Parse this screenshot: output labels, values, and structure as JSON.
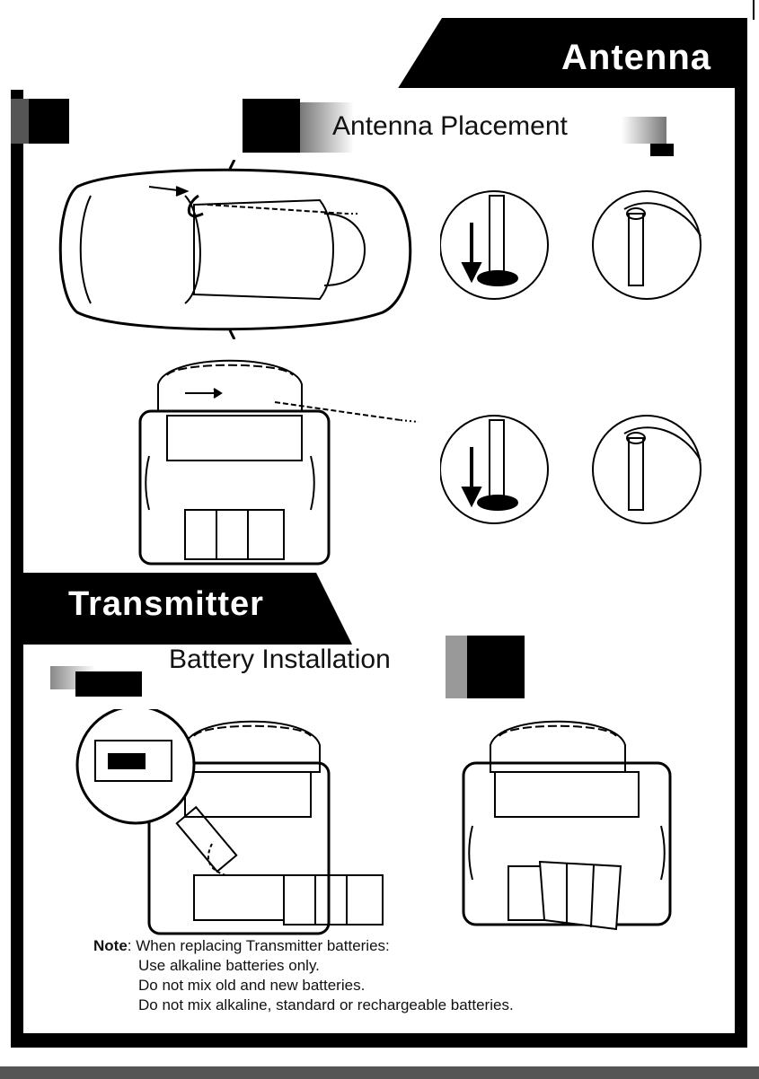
{
  "header": {
    "section_title": "Antenna",
    "subtitle": "Antenna Placement"
  },
  "transmitter": {
    "section_title": "Transmitter",
    "subtitle": "Battery Installation"
  },
  "note": {
    "label": "Note",
    "intro": "When replacing Transmitter batteries:",
    "lines": [
      "Use alkaline batteries only.",
      "Do not mix old and new batteries.",
      "Do not mix alkaline, standard or rechargeable batteries."
    ]
  }
}
